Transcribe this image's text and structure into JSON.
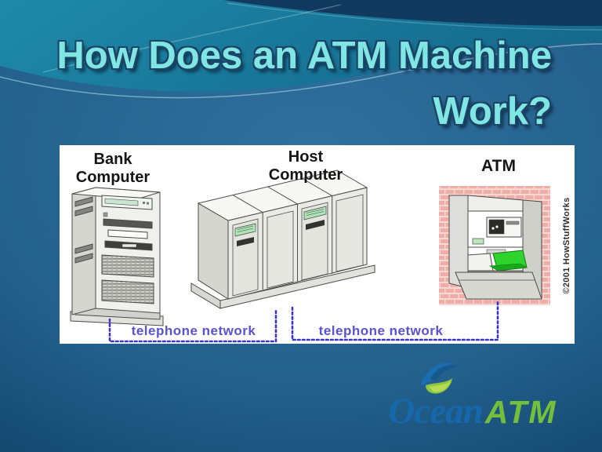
{
  "slide": {
    "title": {
      "line1": "How Does an ATM Machine",
      "line2": "Work?"
    },
    "colors": {
      "title_text": "#7fe6e3",
      "title_outline": "#1c4466",
      "background_teal": "#1e86a5",
      "background_body": "#2b6890",
      "background_navy": "#123a5e",
      "panel_background": "#ffffff",
      "network_text": "#5a52d4",
      "network_dots": "#3b32cc",
      "logo_blue": "#1568ac",
      "logo_green": "#74c03a",
      "atm_pad_green": "#2ed32e",
      "brick_pink": "#eeada6"
    }
  },
  "diagram": {
    "bank_computer": {
      "line1": "Bank",
      "line2": "Computer"
    },
    "host_computer": {
      "line1": "Host",
      "line2": "Computer"
    },
    "atm": {
      "label": "ATM"
    },
    "links": {
      "left": "telephone network",
      "right": "telephone network"
    },
    "credit": "©2001 HowStuffWorks"
  },
  "logo": {
    "word1": "Ocean",
    "word2": "ATM",
    "icon": "ocean-wave-leaf-icon"
  }
}
